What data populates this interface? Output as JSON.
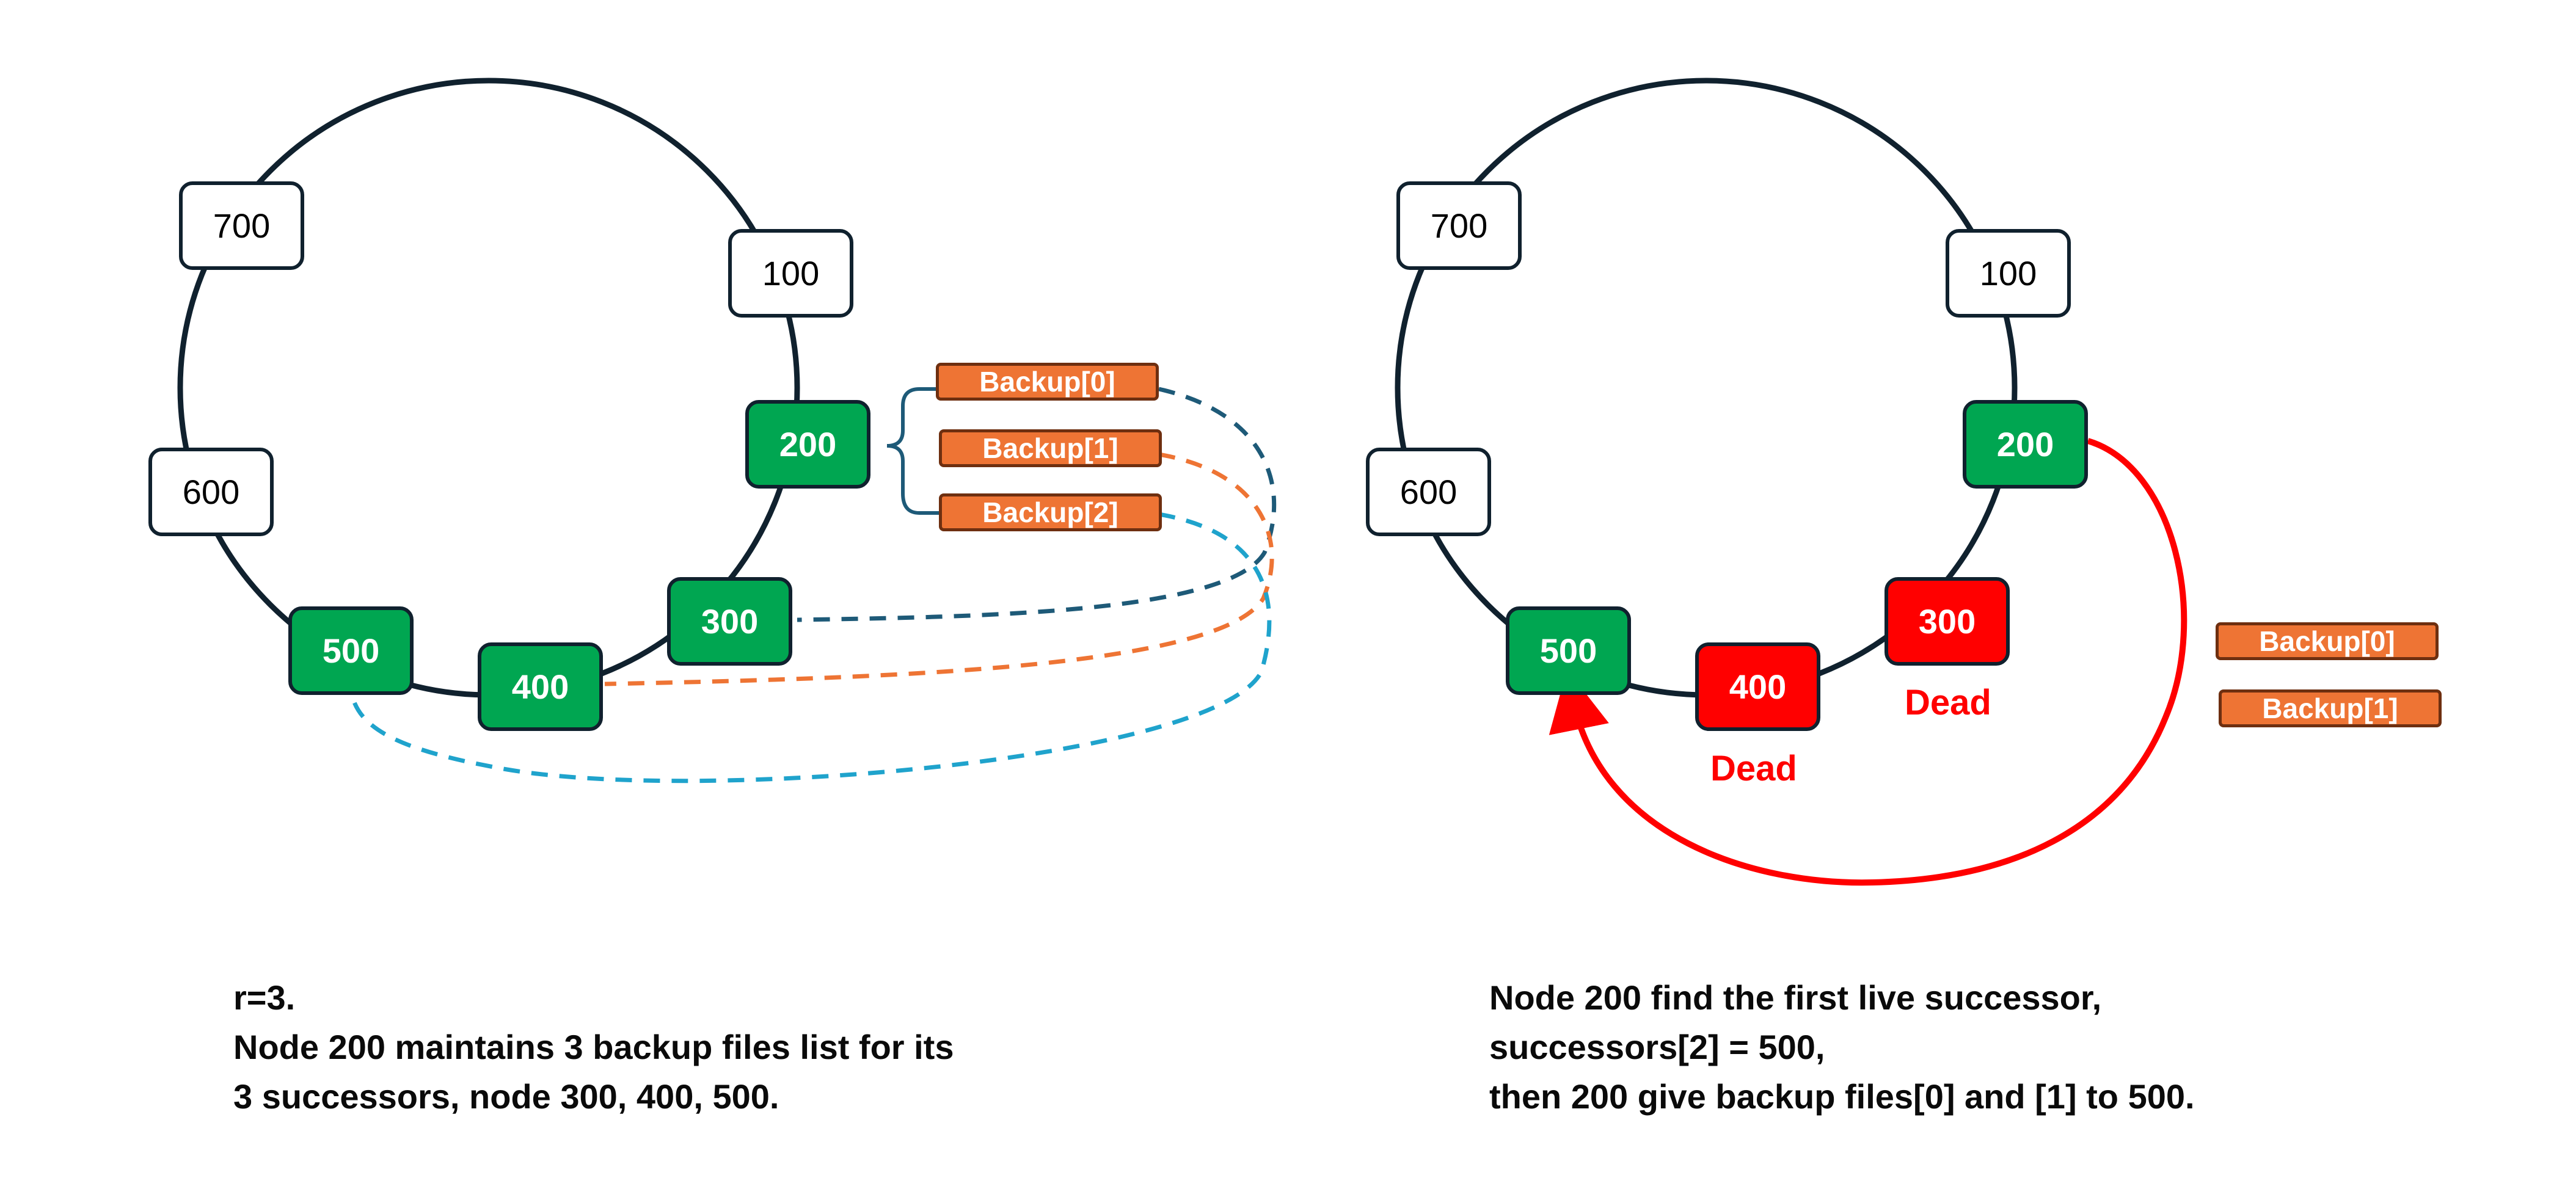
{
  "colors": {
    "ring": "#10212e",
    "live": "#00a651",
    "dead": "#ff0000",
    "backup_fill": "#ee7434",
    "backup_border": "#6e2f10",
    "link_0": "#1e5a78",
    "link_1": "#ee7434",
    "link_2": "#1fa3cc",
    "handoff": "#ff0000"
  },
  "left_diagram": {
    "nodes": {
      "n700": "700",
      "n100": "100",
      "n600": "600",
      "n200": "200",
      "n300": "300",
      "n500": "500",
      "n400": "400"
    },
    "backups": [
      "Backup[0]",
      "Backup[1]",
      "Backup[2]"
    ],
    "caption": [
      "r=3.",
      "Node 200 maintains 3 backup files list for its",
      "3 successors, node 300, 400, 500."
    ]
  },
  "right_diagram": {
    "nodes": {
      "n700": "700",
      "n100": "100",
      "n600": "600",
      "n200": "200",
      "n300": "300",
      "n500": "500",
      "n400": "400"
    },
    "dead_labels": {
      "n300": "Dead",
      "n400": "Dead"
    },
    "backups": [
      "Backup[0]",
      "Backup[1]"
    ],
    "caption": [
      "Node 200 find the first live successor,",
      "successors[2] = 500,",
      "then 200 give backup files[0] and [1] to 500."
    ]
  }
}
